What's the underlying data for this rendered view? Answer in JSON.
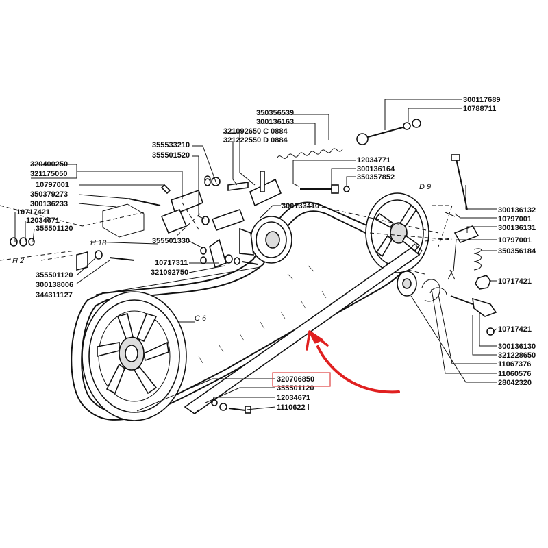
{
  "labels": {
    "l300117689": "300117689",
    "l10788711": "10788711",
    "l350356539": "350356539",
    "l300136163": "300136163",
    "l321092650": "321092650 C 0884",
    "l321222550": "321222550 D 0884",
    "l355533210": "355533210",
    "l355501520": "355501520",
    "l320400250": "320400250",
    "l321175050": "321175050",
    "l10797001a": "10797001",
    "l350379273": "350379273",
    "l300136233": "300136233",
    "l10717421a": "10717421",
    "l12034671a": "12034671",
    "l355501120a": "355501120",
    "l12034771": "12034771",
    "l300136164": "300136164",
    "l350357852": "350357852",
    "l300133410": "300133410",
    "l300136132": "300136132",
    "l10797001b": "10797001",
    "l300136131": "300136131",
    "l10797001c": "10797001",
    "l350356184": "350356184",
    "l10717421b": "10717421",
    "l10717421c": "10717421",
    "l300136130": "300136130",
    "l321228650": "321228650",
    "l11067376": "11067376",
    "l11060576": "11060576",
    "l28042320": "28042320",
    "l355501330": "355501330",
    "l10717311": "10717311",
    "l321092750": "321092750",
    "l355501120b": "355501120",
    "l300138006": "300138006",
    "l344311127": "344311127",
    "l320706850": "320706850",
    "l355501120c": "355501120",
    "l12034671b": "12034671",
    "l11106221": "1110622 l"
  },
  "zones": {
    "h18": "H 18",
    "h2": "H 2",
    "c6": "C 6",
    "d9": "D 9"
  },
  "colors": {
    "ink": "#111111",
    "highlight_box": "#e04040",
    "arrow": "#e02020"
  }
}
